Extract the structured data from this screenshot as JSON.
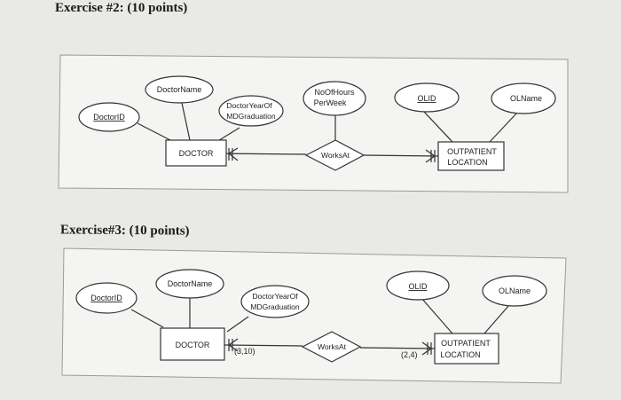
{
  "exercise2": {
    "heading": "Exercise #2: (10 points)",
    "attributes": {
      "doctor_id": "DoctorID",
      "doctor_name": "DoctorName",
      "grad_line1": "DoctorYearOf",
      "grad_line2": "MDGraduation",
      "hours_line1": "NoOfHours",
      "hours_line2": "PerWeek",
      "ol_id": "OLID",
      "ol_name": "OLName"
    },
    "entities": {
      "doctor": "DOCTOR",
      "outpatient_line1": "OUTPATIENT",
      "outpatient_line2": "LOCATION"
    },
    "relationship": "WorksAt"
  },
  "exercise3": {
    "heading": "Exercise#3: (10 points)",
    "attributes": {
      "doctor_id": "DoctorID",
      "doctor_name": "DoctorName",
      "grad_line1": "DoctorYearOf",
      "grad_line2": "MDGraduation",
      "ol_id": "OLID",
      "ol_name": "OLName"
    },
    "entities": {
      "doctor": "DOCTOR",
      "outpatient_line1": "OUTPATIENT",
      "outpatient_line2": "LOCATION"
    },
    "relationship": "WorksAt",
    "cardinality_doctor": "(3,10)",
    "cardinality_location": "(2,4)"
  }
}
